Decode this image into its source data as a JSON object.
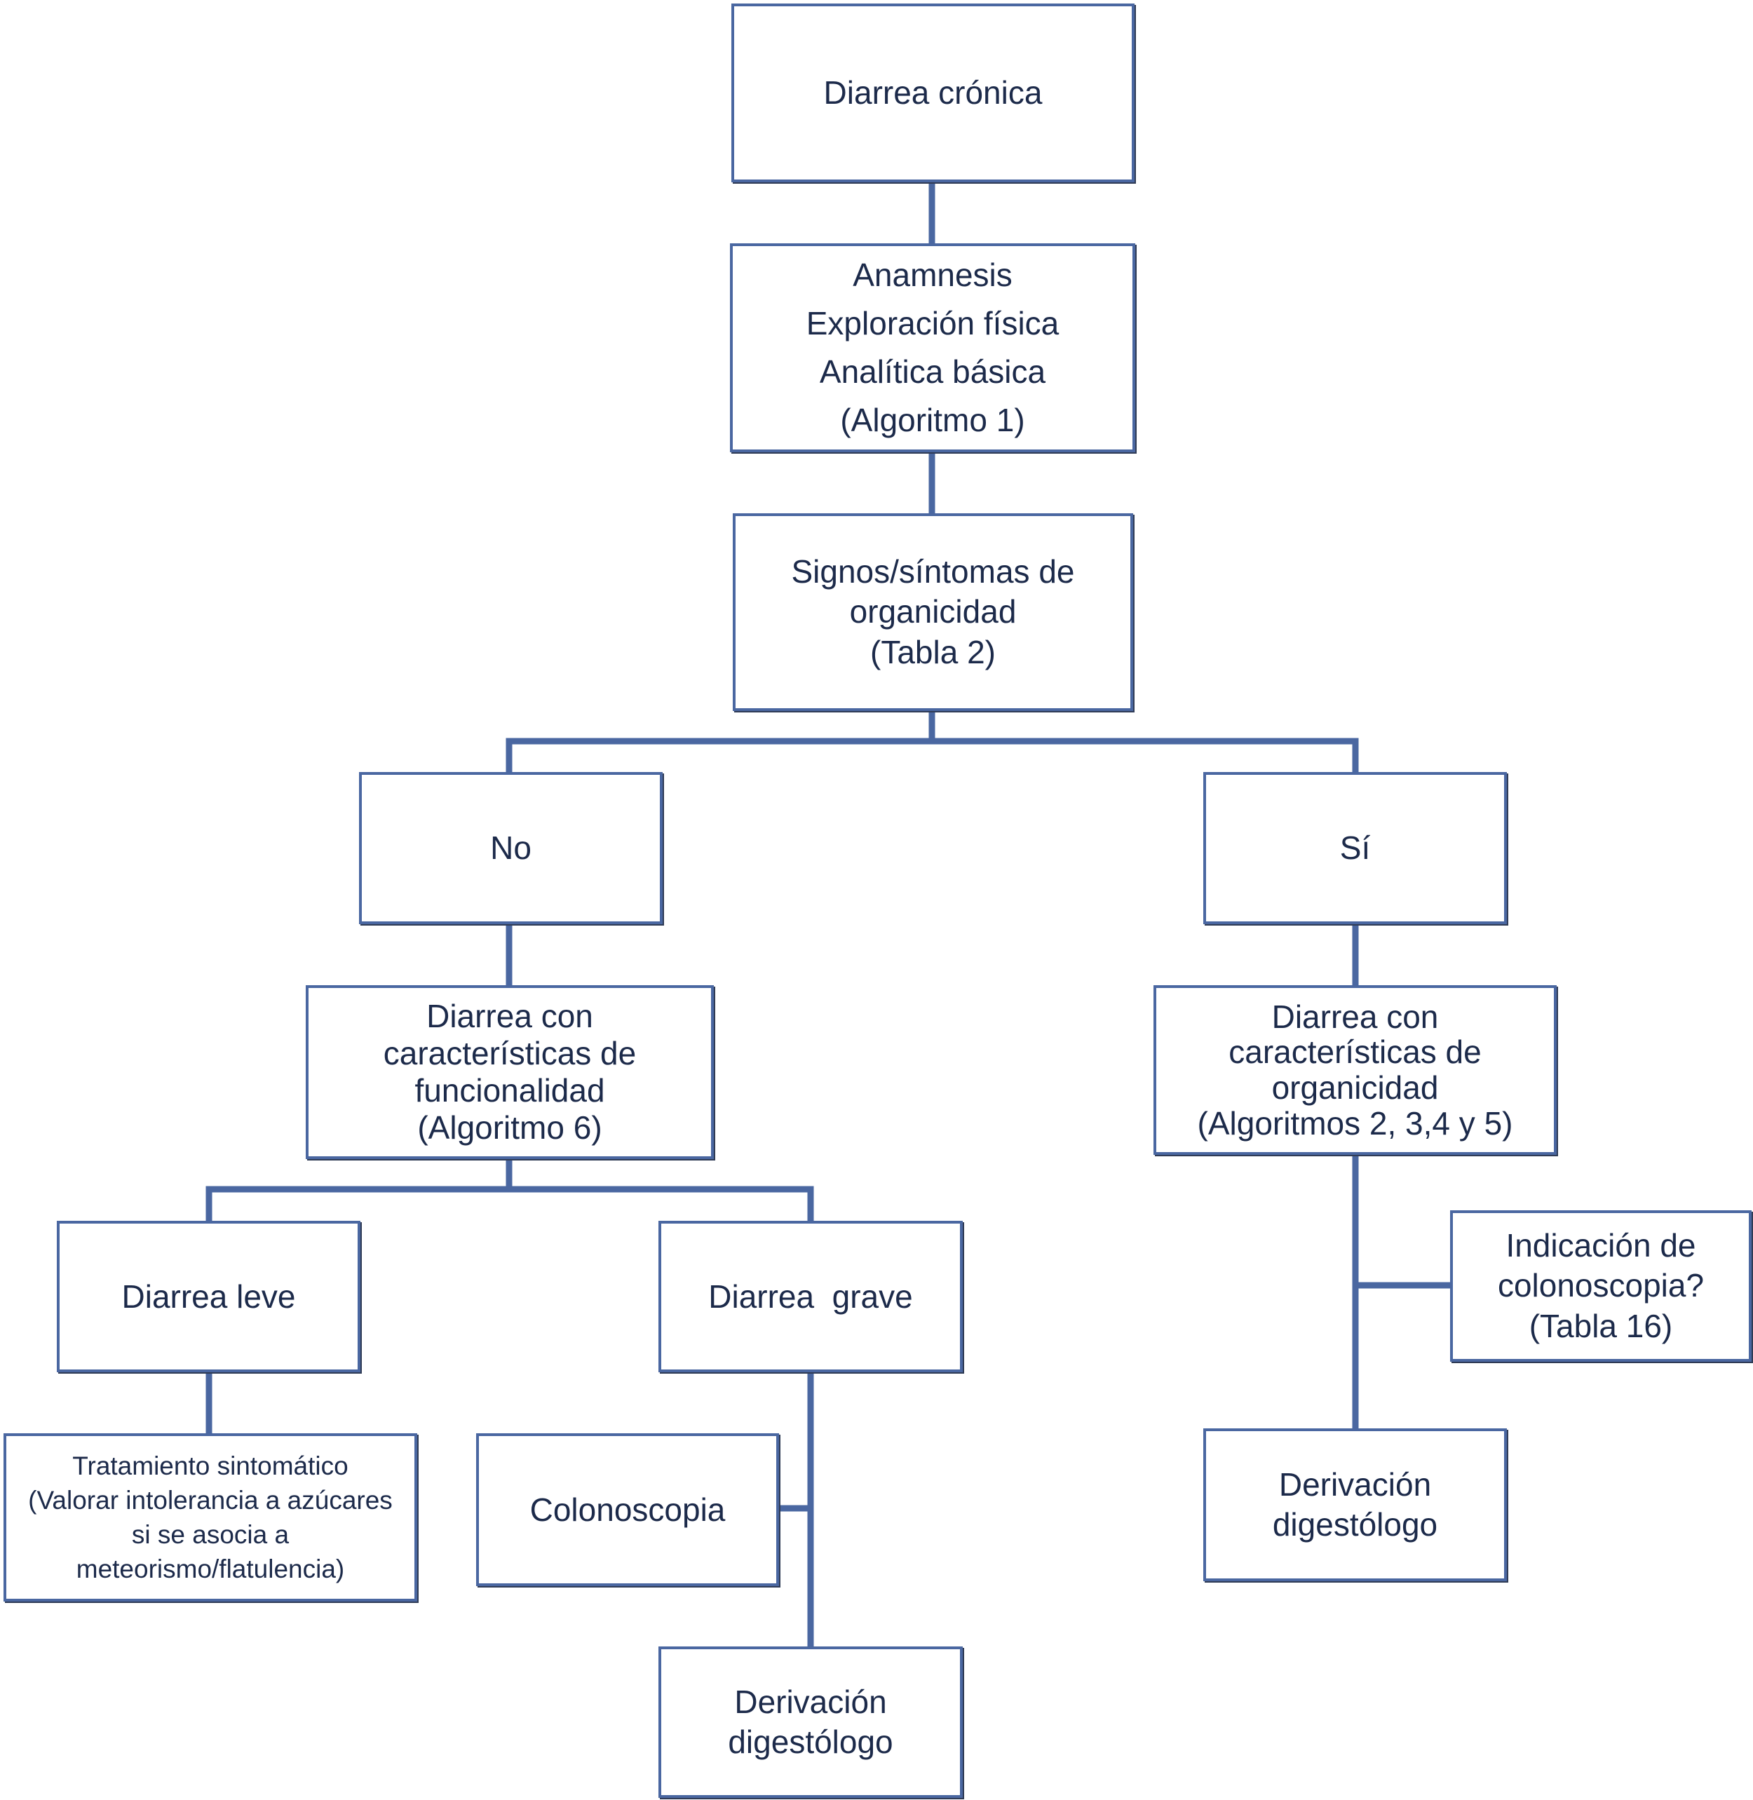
{
  "diagram": {
    "colors": {
      "box_border": "#4a67a1",
      "connector": "#4a67a1",
      "text": "#1c2a4a"
    },
    "nodes": {
      "root": [
        "Diarrea crónica"
      ],
      "anamnesis": [
        "Anamnesis",
        "Exploración física",
        "Analítica básica",
        "(Algoritmo 1)"
      ],
      "signos": [
        "Signos/síntomas de",
        "organicidad",
        "(Tabla 2)"
      ],
      "no": [
        "No"
      ],
      "si": [
        "Sí"
      ],
      "funcional": [
        "Diarrea con",
        "características de",
        "funcionalidad",
        "(Algoritmo 6)"
      ],
      "organica": [
        "Diarrea con",
        "características de",
        "organicidad",
        "(Algoritmos  2, 3,4 y 5)"
      ],
      "leve": [
        "Diarrea leve"
      ],
      "grave": [
        "Diarrea  grave"
      ],
      "indicacion": [
        "Indicación de",
        "colonoscopia?",
        "(Tabla 16)"
      ],
      "tratamiento": [
        "Tratamiento sintomático",
        "(Valorar intolerancia a azúcares",
        "si se asocia a",
        "meteorismo/flatulencia)"
      ],
      "colonoscopia": [
        "Colonoscopia"
      ],
      "derivacion_si": [
        "Derivación",
        "digestólogo"
      ],
      "derivacion_grave": [
        "Derivación",
        "digestólogo"
      ]
    }
  }
}
